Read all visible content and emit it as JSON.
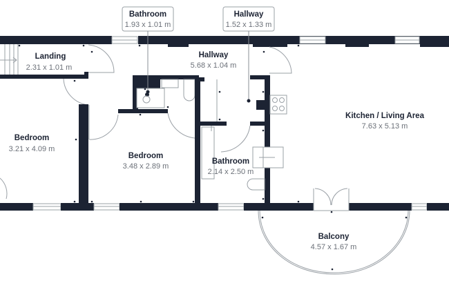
{
  "plan": {
    "wall_color": "#1c2333",
    "line_color": "#9aa0a6",
    "dim_text_color": "#6b7078"
  },
  "callouts": [
    {
      "name": "Bathroom",
      "dims": "1.93 x 1.01 m"
    },
    {
      "name": "Hallway",
      "dims": "1.52 x 1.33 m"
    }
  ],
  "rooms": [
    {
      "name": "Landing",
      "dims": "2.31 x 1.01 m"
    },
    {
      "name": "Hallway",
      "dims": "5.68 x 1.04 m"
    },
    {
      "name": "Kitchen / Living Area",
      "dims": "7.63 x 5.13 m"
    },
    {
      "name": "Bedroom",
      "dims": "3.21 x 4.09 m"
    },
    {
      "name": "Bedroom",
      "dims": "3.48 x 2.89 m"
    },
    {
      "name": "Bathroom",
      "dims": "2.14 x 2.50 m"
    },
    {
      "name": "Balcony",
      "dims": "4.57 x 1.67 m"
    }
  ]
}
